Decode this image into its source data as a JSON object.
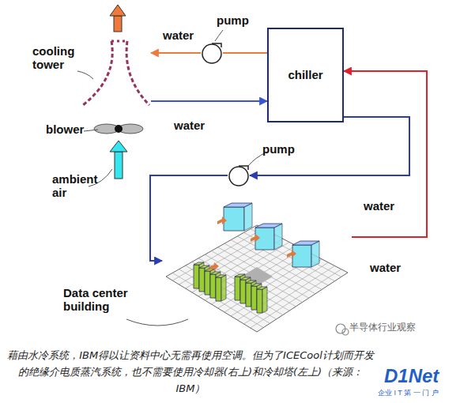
{
  "diagram": {
    "caption": "藉由水冷系统，IBM得以让资料中心无需再使用空调。但为了ICECool计划而开发的绝缘介电质蒸汽系统，也不需要使用冷却器(右上)和冷却塔(左上)（来源：IBM）",
    "nodes": [
      {
        "text": [
          "cooling tower"
        ]
      },
      {
        "text": [
          "pump"
        ]
      },
      {
        "text": [
          "chiller"
        ]
      },
      {
        "text": [
          "pump"
        ]
      },
      {
        "text": [
          "Data center building"
        ]
      }
    ],
    "edges": [
      {
        "from": 2,
        "to": 1,
        "arrow": "none"
      },
      {
        "from": 1,
        "to": 0,
        "label": "water",
        "arrow": "to"
      },
      {
        "from": 0,
        "to": 2,
        "label": "water",
        "arrow": "to"
      },
      {
        "from": 2,
        "to": 3,
        "label": "water",
        "arrow": "to"
      },
      {
        "from": 3,
        "to": 4,
        "arrow": "to"
      },
      {
        "from": 4,
        "to": 2,
        "label": "water",
        "arrow": "to"
      }
    ],
    "labels": [
      "blower",
      "ambient air",
      "半导体行业观察",
      "D1Net",
      "企业 I T 第 一 门 户"
    ]
  }
}
